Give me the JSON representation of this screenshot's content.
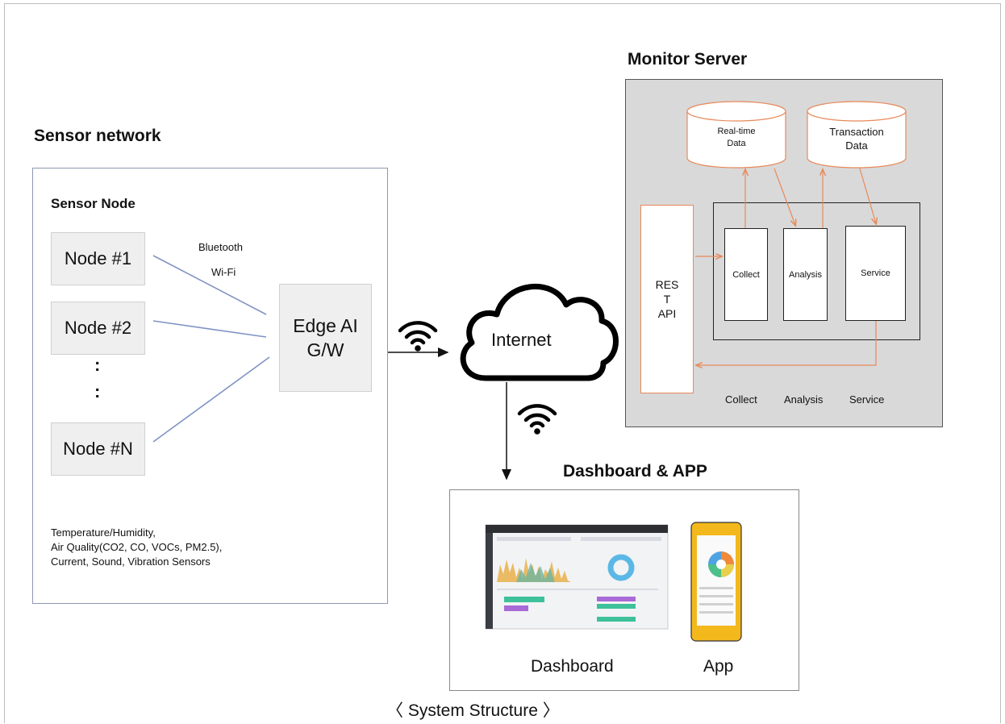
{
  "sensor_network": {
    "title": "Sensor network",
    "sensor_node_label": "Sensor Node",
    "nodes": [
      "Node #1",
      "Node #2",
      "Node #N"
    ],
    "ellipsis": ":",
    "link_labels": [
      "Bluetooth",
      "Wi-Fi"
    ],
    "gateway": [
      "Edge AI",
      "G/W"
    ],
    "sensors_text": [
      "Temperature/Humidity,",
      "Air Quality(CO2, CO, VOCs, PM2.5),",
      "Current, Sound, Vibration Sensors"
    ]
  },
  "internet": {
    "label": "Internet"
  },
  "monitor_server": {
    "title": "Monitor Server",
    "databases": [
      [
        "Real-time",
        "Data"
      ],
      [
        "Transaction",
        "Data"
      ]
    ],
    "rest_api": [
      "RES",
      "T",
      "API"
    ],
    "modules": [
      "Collect",
      "Analysis",
      "Service"
    ],
    "bottom_labels": [
      "Collect",
      "Analysis",
      "Service"
    ]
  },
  "dashboard_app": {
    "title": "Dashboard & APP",
    "dashboard_label": "Dashboard",
    "app_label": "App"
  },
  "caption": "〈 System  Structure 〉",
  "colors": {
    "arrow_orange": "#e8895a",
    "server_bg": "#d9d9d9",
    "link_blue": "#7f93c4",
    "app_yellow": "#f3b81c"
  }
}
